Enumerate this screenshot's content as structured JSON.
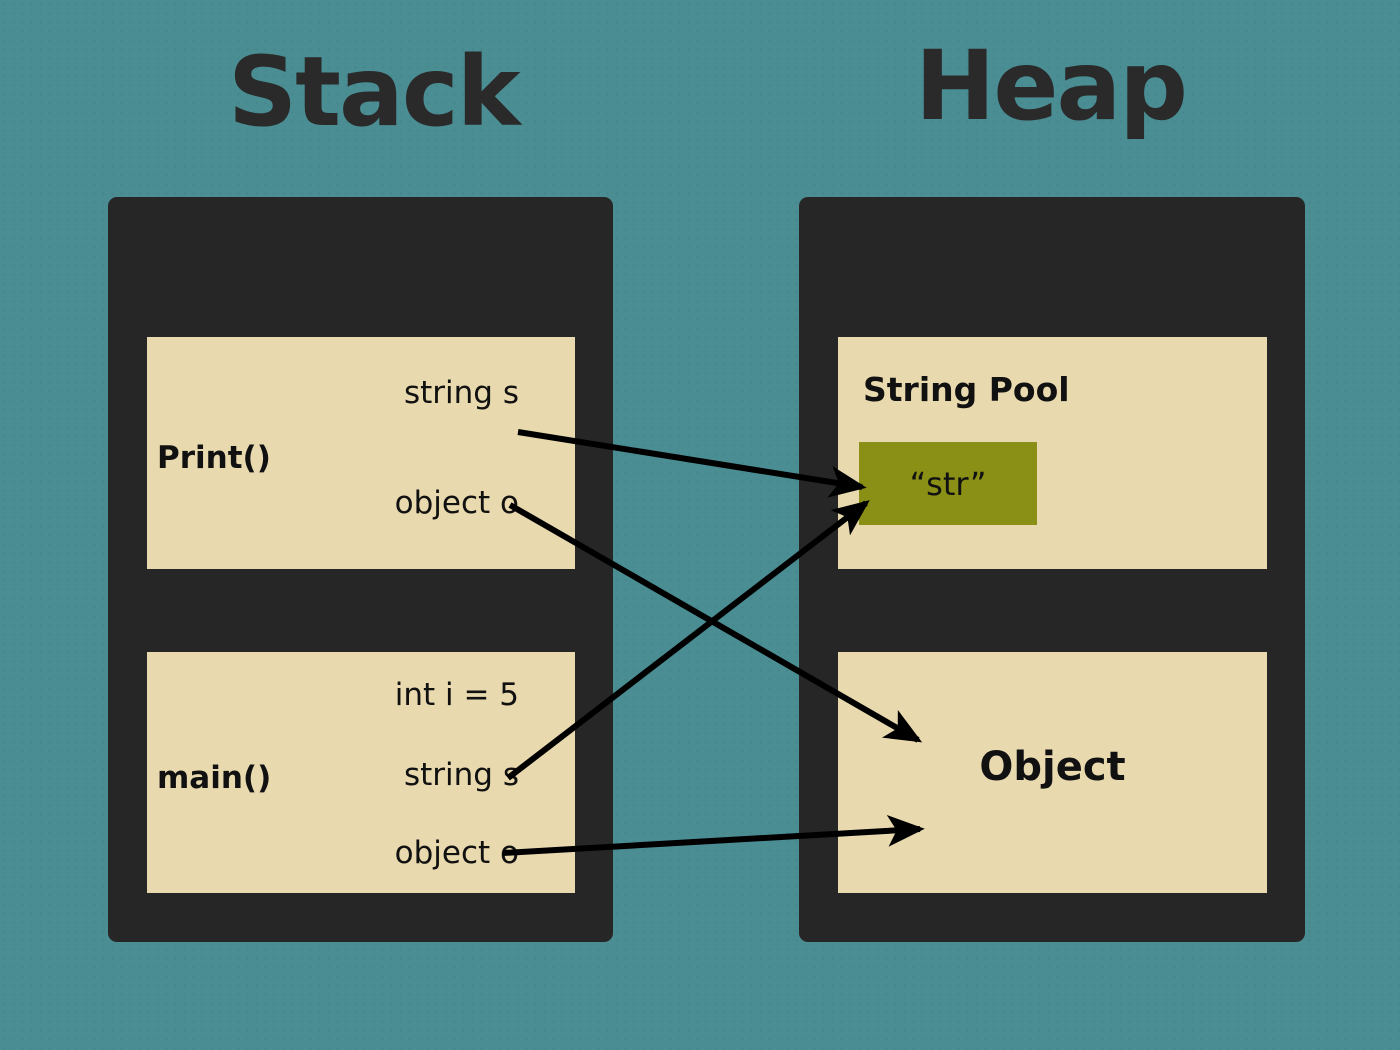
{
  "headings": {
    "stack": "Stack",
    "heap": "Heap"
  },
  "stack_panel": {
    "frames": [
      {
        "name": "Print()",
        "variables": [
          "string s",
          "object o"
        ]
      },
      {
        "name": "main()",
        "variables": [
          "int i = 5",
          "string s",
          "object o"
        ]
      }
    ]
  },
  "heap_panel": {
    "string_pool": {
      "title": "String Pool",
      "cell_value": "“str”"
    },
    "object_box": {
      "title": "Object"
    }
  },
  "arrows": [
    {
      "id": "print-string-to-str",
      "from": "Print() string s",
      "to": "String Pool “str”"
    },
    {
      "id": "print-object-to-obj",
      "from": "Print() object o",
      "to": "Object"
    },
    {
      "id": "main-string-to-str",
      "from": "main() string s",
      "to": "String Pool “str”"
    },
    {
      "id": "main-object-to-obj",
      "from": "main() object o",
      "to": "Object"
    }
  ],
  "colors": {
    "background": "#4a8d93",
    "panel": "#262626",
    "frame": "#e8d9ae",
    "pool_cell": "#8a9016",
    "text": "#111111",
    "arrow": "#000000"
  }
}
